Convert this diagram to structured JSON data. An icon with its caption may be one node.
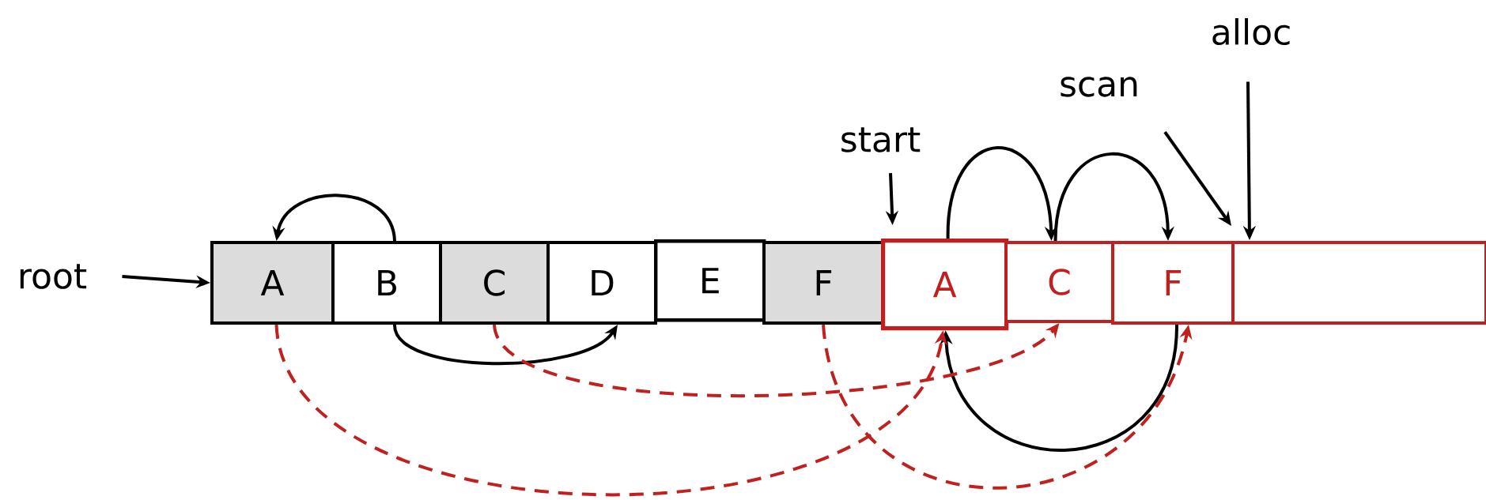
{
  "diagram": {
    "nodes": [
      {
        "text": [
          "root"
        ]
      },
      {
        "text": [
          "A"
        ]
      },
      {
        "text": [
          "B"
        ]
      },
      {
        "text": [
          "C"
        ]
      },
      {
        "text": [
          "D"
        ]
      },
      {
        "text": [
          "E"
        ]
      },
      {
        "text": [
          "F"
        ]
      },
      {
        "text": [
          "A"
        ]
      },
      {
        "text": [
          "C"
        ]
      },
      {
        "text": [
          "F"
        ]
      },
      {
        "text": [],
        "shape": "box"
      },
      {
        "text": [
          "start"
        ]
      },
      {
        "text": [
          "scan"
        ]
      },
      {
        "text": [
          "alloc"
        ]
      }
    ],
    "edges": [
      {
        "from": 0,
        "to": 1,
        "arrow": "to"
      },
      {
        "from": 2,
        "to": 1,
        "arrow": "to"
      },
      {
        "from": 2,
        "to": 4,
        "arrow": "to"
      },
      {
        "from": 7,
        "to": 8,
        "arrow": "to"
      },
      {
        "from": 8,
        "to": 9,
        "arrow": "to"
      },
      {
        "from": 9,
        "to": 7,
        "arrow": "to"
      },
      {
        "from": 1,
        "to": 7,
        "arrow": "to",
        "style": "dashed",
        "color": "#c0201f"
      },
      {
        "from": 3,
        "to": 8,
        "arrow": "to",
        "style": "dashed",
        "color": "#c0201f"
      },
      {
        "from": 6,
        "to": 9,
        "arrow": "to",
        "style": "dashed",
        "color": "#c0201f"
      },
      {
        "from": 11,
        "to": 7,
        "arrow": "to"
      },
      {
        "from": 12,
        "to": 10,
        "arrow": "to"
      },
      {
        "from": 13,
        "to": 10,
        "arrow": "to"
      }
    ]
  }
}
